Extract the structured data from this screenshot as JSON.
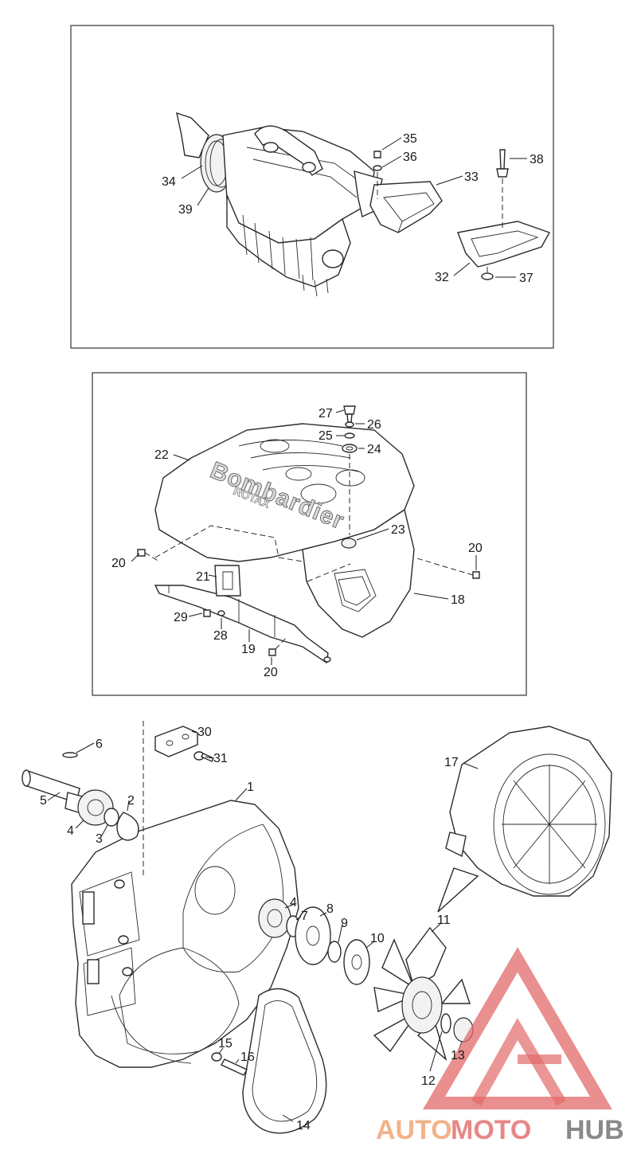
{
  "diagram": {
    "brand_text": "Bombardier",
    "brand_sub": "ROTAX",
    "watermark": {
      "text_part1": "AUTO",
      "text_part2": "MOTO",
      "text_part3": "HUB",
      "color_orange": "#f2b28a",
      "color_red": "#e26a6a",
      "color_gray": "#8a8a8a"
    },
    "labels": {
      "l1": "1",
      "l2": "2",
      "l3": "3",
      "l4a": "4",
      "l4b": "4",
      "l5": "5",
      "l6": "6",
      "l7": "7",
      "l8": "8",
      "l9": "9",
      "l10": "10",
      "l11": "11",
      "l12": "12",
      "l13": "13",
      "l14": "14",
      "l15": "15",
      "l16": "16",
      "l17": "17",
      "l18": "18",
      "l19": "19",
      "l20a": "20",
      "l20b": "20",
      "l20c": "20",
      "l21": "21",
      "l22": "22",
      "l23": "23",
      "l24": "24",
      "l25": "25",
      "l26": "26",
      "l27": "27",
      "l28": "28",
      "l29": "29",
      "l30": "30",
      "l31": "31",
      "l32": "32",
      "l33": "33",
      "l34": "34",
      "l35": "35",
      "l36": "36",
      "l37": "37",
      "l38": "38",
      "l39": "39"
    }
  }
}
